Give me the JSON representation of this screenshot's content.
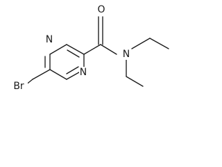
{
  "molecule": {
    "atom_labels": {
      "bromine": "Br",
      "ring_nitrogen_top": "N",
      "ring_nitrogen_bottom": "N",
      "carbonyl_oxygen": "O",
      "amide_nitrogen": "N"
    }
  },
  "colors": {
    "bond": "#1a1a1a",
    "background": "#ffffff"
  }
}
